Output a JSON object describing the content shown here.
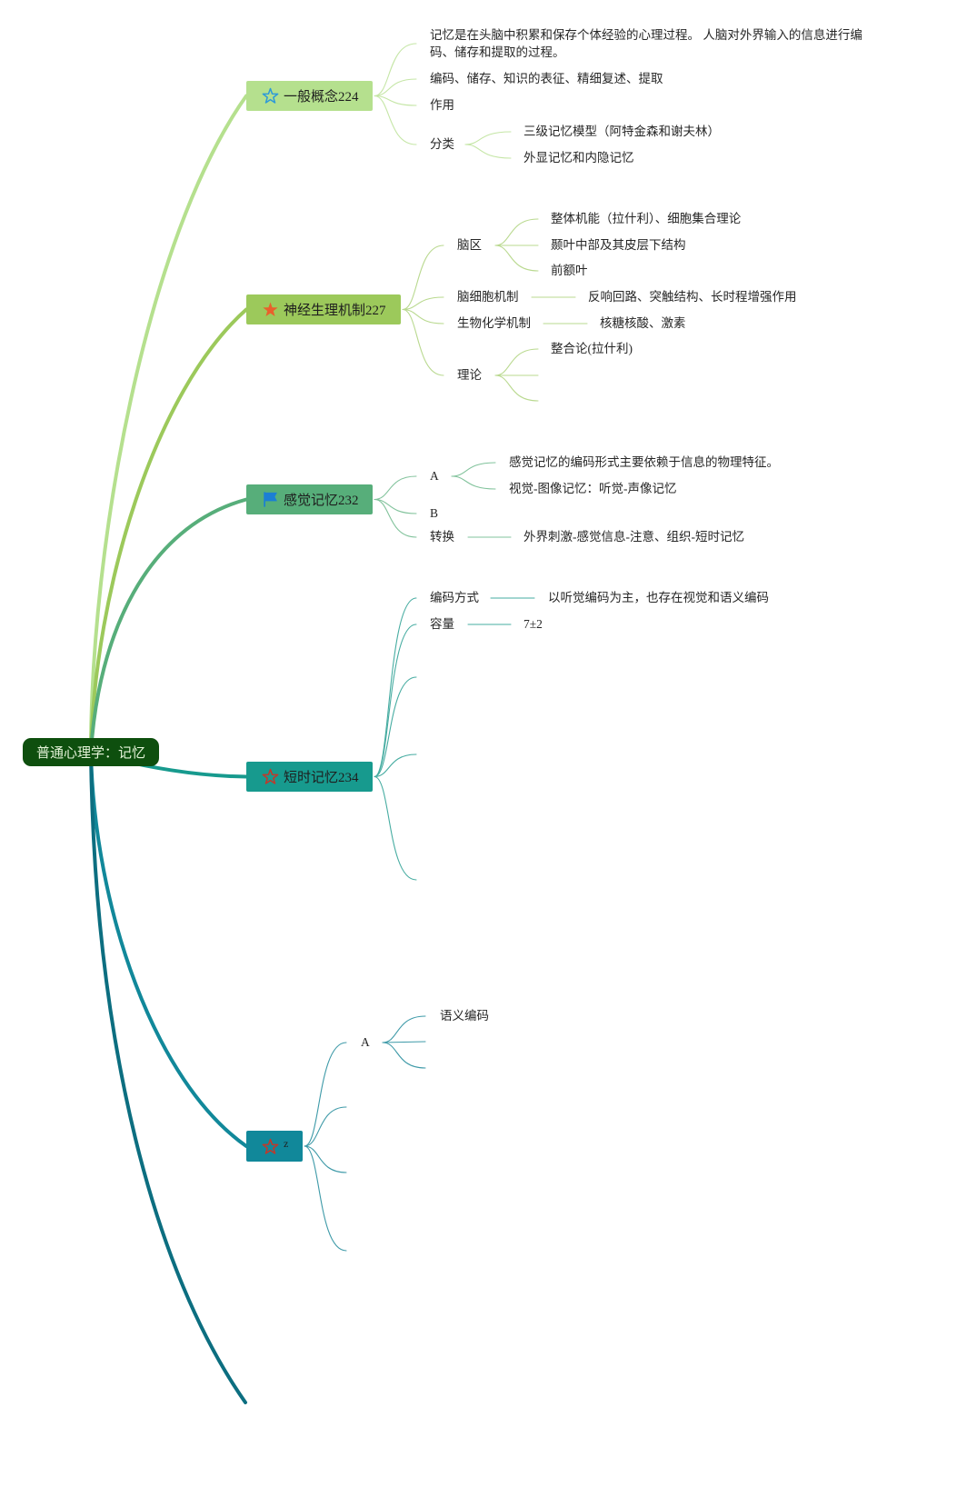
{
  "root": {
    "label": "普通心理学：记忆",
    "color": "#0e4f0e"
  },
  "branches": [
    {
      "label": "一般概念224",
      "icon": "star-outline-icon",
      "icon_color": "#2e9ad8",
      "color": "#b5e08e",
      "children": [
        {
          "lines": [
            "记忆是在头脑中积累和保存个体经验的心理过程。 人脑对外界输入的信息进行编",
            "码、储存和提取的过程。"
          ]
        },
        {
          "label": "编码、储存、知识的表征、精细复述、提取"
        },
        {
          "label": "作用"
        },
        {
          "label": "分类",
          "children": [
            {
              "label": "三级记忆模型（阿特金森和谢夫林）"
            },
            {
              "label": "外显记忆和内隐记忆"
            }
          ]
        }
      ]
    },
    {
      "label": "神经生理机制227",
      "icon": "star-filled-icon",
      "icon_color": "#e8612c",
      "color": "#9cc95b",
      "children": [
        {
          "label": "脑区",
          "children": [
            {
              "label": "整体机能（拉什利）、细胞集合理论"
            },
            {
              "label": "颞叶中部及其皮层下结构"
            },
            {
              "label": "前额叶"
            }
          ]
        },
        {
          "label": "脑细胞机制",
          "children": [
            {
              "label": "反响回路、突触结构、长时程增强作用"
            }
          ]
        },
        {
          "label": "生物化学机制",
          "children": [
            {
              "label": "核糖核酸、激素"
            }
          ]
        },
        {
          "label": "理论",
          "children": [
            {
              "label": "整合论(拉什利)"
            },
            {
              "label": ""
            },
            {
              "label": ""
            }
          ]
        }
      ]
    },
    {
      "label": "感觉记忆232",
      "icon": "flag-icon",
      "icon_color": "#1b7fd4",
      "color": "#57ae7a",
      "children": [
        {
          "label": "A",
          "children": [
            {
              "label": "感觉记忆的编码形式主要依赖于信息的物理特征。"
            },
            {
              "label": "视觉-图像记忆：听觉-声像记忆"
            }
          ]
        },
        {
          "label": "B"
        },
        {
          "label": "转换",
          "children": [
            {
              "label": "外界刺激-感觉信息-注意、组织-短时记忆"
            }
          ]
        }
      ]
    },
    {
      "label": "短时记忆234",
      "icon": "star-outline-icon",
      "icon_color": "#c0392b",
      "color": "#179a8e",
      "children": [
        {
          "label": "编码方式",
          "children": [
            {
              "label": "以听觉编码为主，也存在视觉和语义编码"
            }
          ]
        },
        {
          "label": "容量",
          "children": [
            {
              "label": "7±2"
            }
          ]
        },
        {
          "label": ""
        },
        {
          "label": ""
        },
        {
          "label": ""
        }
      ]
    },
    {
      "label": "z",
      "icon": "star-outline-icon",
      "icon_color": "#c0392b",
      "color": "#11889a",
      "children": [
        {
          "label": "A",
          "children": [
            {
              "label": "语义编码"
            },
            {
              "label": ""
            },
            {
              "label": ""
            }
          ]
        },
        {
          "label": ""
        },
        {
          "label": ""
        },
        {
          "label": ""
        }
      ]
    },
    {
      "color": "#0c6e80"
    }
  ]
}
